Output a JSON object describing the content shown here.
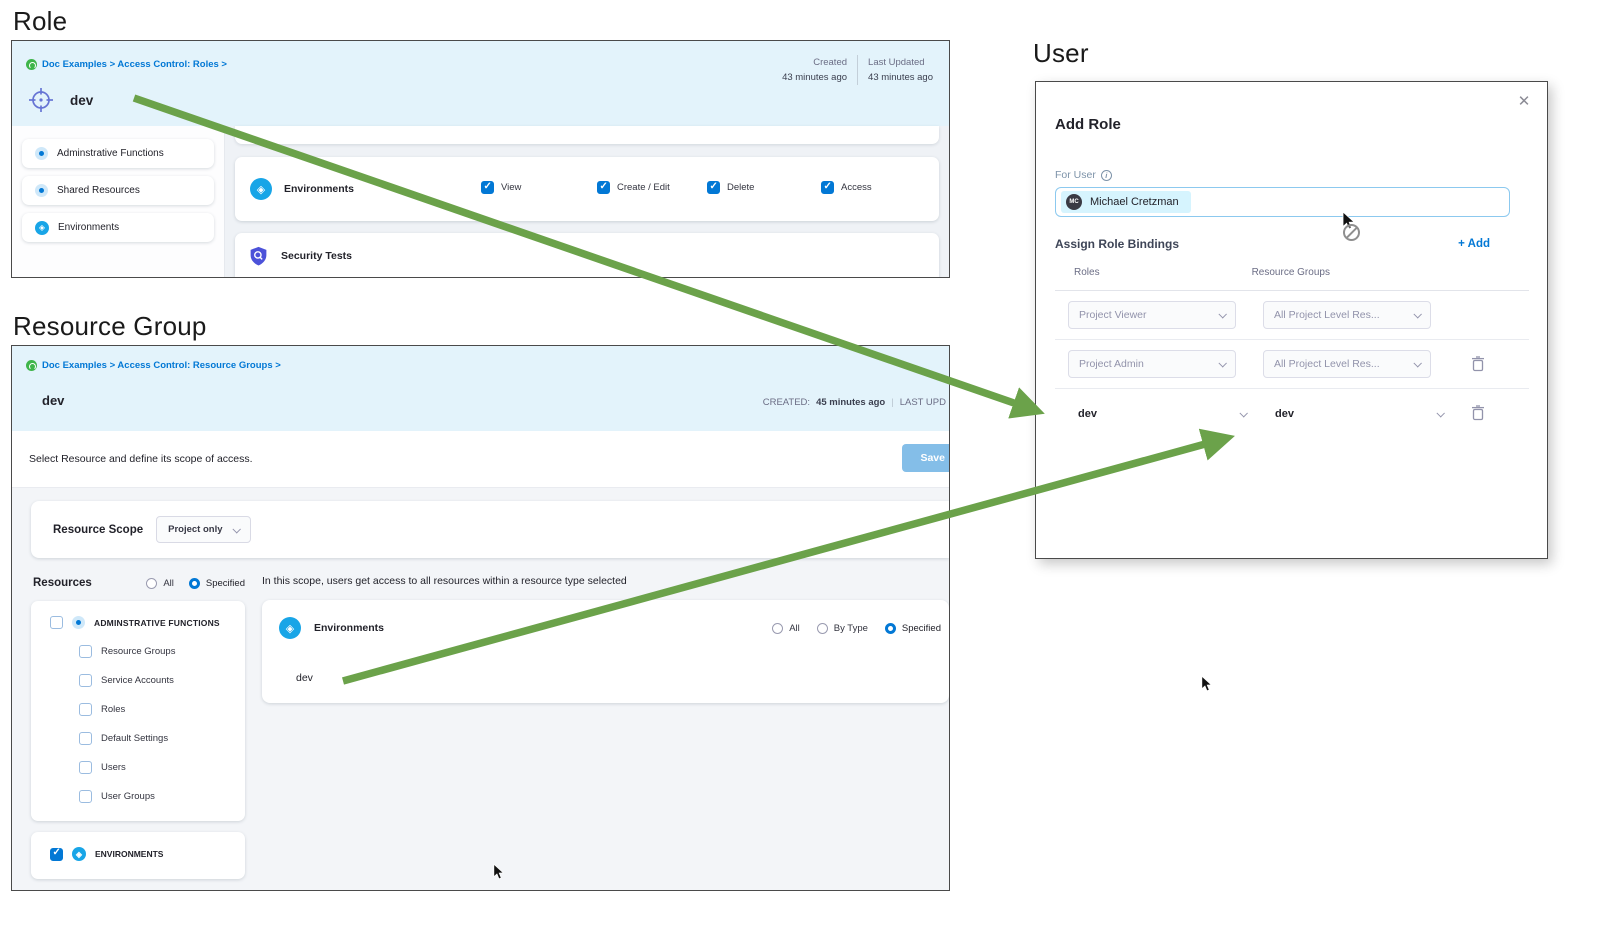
{
  "colors": {
    "header_bg": "#e3f3fb",
    "breadcrumb_blue": "#0278d5",
    "checkbox_blue": "#0278d5",
    "arrow_green": "#6ba24a",
    "save_button": "#84bee8",
    "chip_bg": "#d6f4fe",
    "env_icon_cyan": "#18a5e7",
    "shield_indigo": "#4c52d9",
    "target_indigo": "#6674d4"
  },
  "role_panel": {
    "section_title": "Role",
    "breadcrumb": "Doc Examples > Access Control: Roles >",
    "name": "dev",
    "created_label": "Created",
    "created_value": "43 minutes ago",
    "updated_label": "Last Updated",
    "updated_value": "43 minutes ago",
    "sidebar_items": [
      {
        "label": "Adminstrative Functions"
      },
      {
        "label": "Shared Resources"
      },
      {
        "label": "Environments"
      }
    ],
    "permissions": {
      "resource": "Environments",
      "checkboxes": [
        {
          "label": "View",
          "checked": true
        },
        {
          "label": "Create / Edit",
          "checked": true
        },
        {
          "label": "Delete",
          "checked": true
        },
        {
          "label": "Access",
          "checked": true
        }
      ],
      "next_resource": "Security Tests"
    }
  },
  "resource_group_panel": {
    "section_title": "Resource Group",
    "breadcrumb": "Doc Examples > Access Control: Resource Groups >",
    "name": "dev",
    "created_label": "CREATED:",
    "created_value": "45 minutes ago",
    "updated_label": "LAST UPD",
    "instruction": "Select Resource and define its scope of access.",
    "save_label": "Save",
    "resource_scope_label": "Resource Scope",
    "resource_scope_value": "Project only",
    "resources_label": "Resources",
    "resources_radio_all": "All",
    "resources_radio_specified": "Specified",
    "tree": {
      "parent": "ADMINSTRATIVE FUNCTIONS",
      "children": [
        "Resource Groups",
        "Service Accounts",
        "Roles",
        "Default Settings",
        "Users",
        "User Groups"
      ],
      "environments": "ENVIRONMENTS"
    },
    "scope_note": "In this scope, users get access to all resources within a resource type selected",
    "environments_card": {
      "label": "Environments",
      "radio_all": "All",
      "radio_by_type": "By Type",
      "radio_specified": "Specified",
      "item": "dev"
    }
  },
  "user_modal": {
    "section_title": "User",
    "title": "Add Role",
    "for_user_label": "For User",
    "avatar_initials": "MC",
    "user_chip": "Michael Cretzman",
    "assign_label": "Assign Role Bindings",
    "add_label": "+ Add",
    "col_roles": "Roles",
    "col_resource_groups": "Resource Groups",
    "rows": [
      {
        "role": "Project Viewer",
        "resource_group": "All Project Level Res..."
      },
      {
        "role": "Project Admin",
        "resource_group": "All Project Level Res..."
      },
      {
        "role": "dev",
        "resource_group": "dev"
      }
    ]
  }
}
